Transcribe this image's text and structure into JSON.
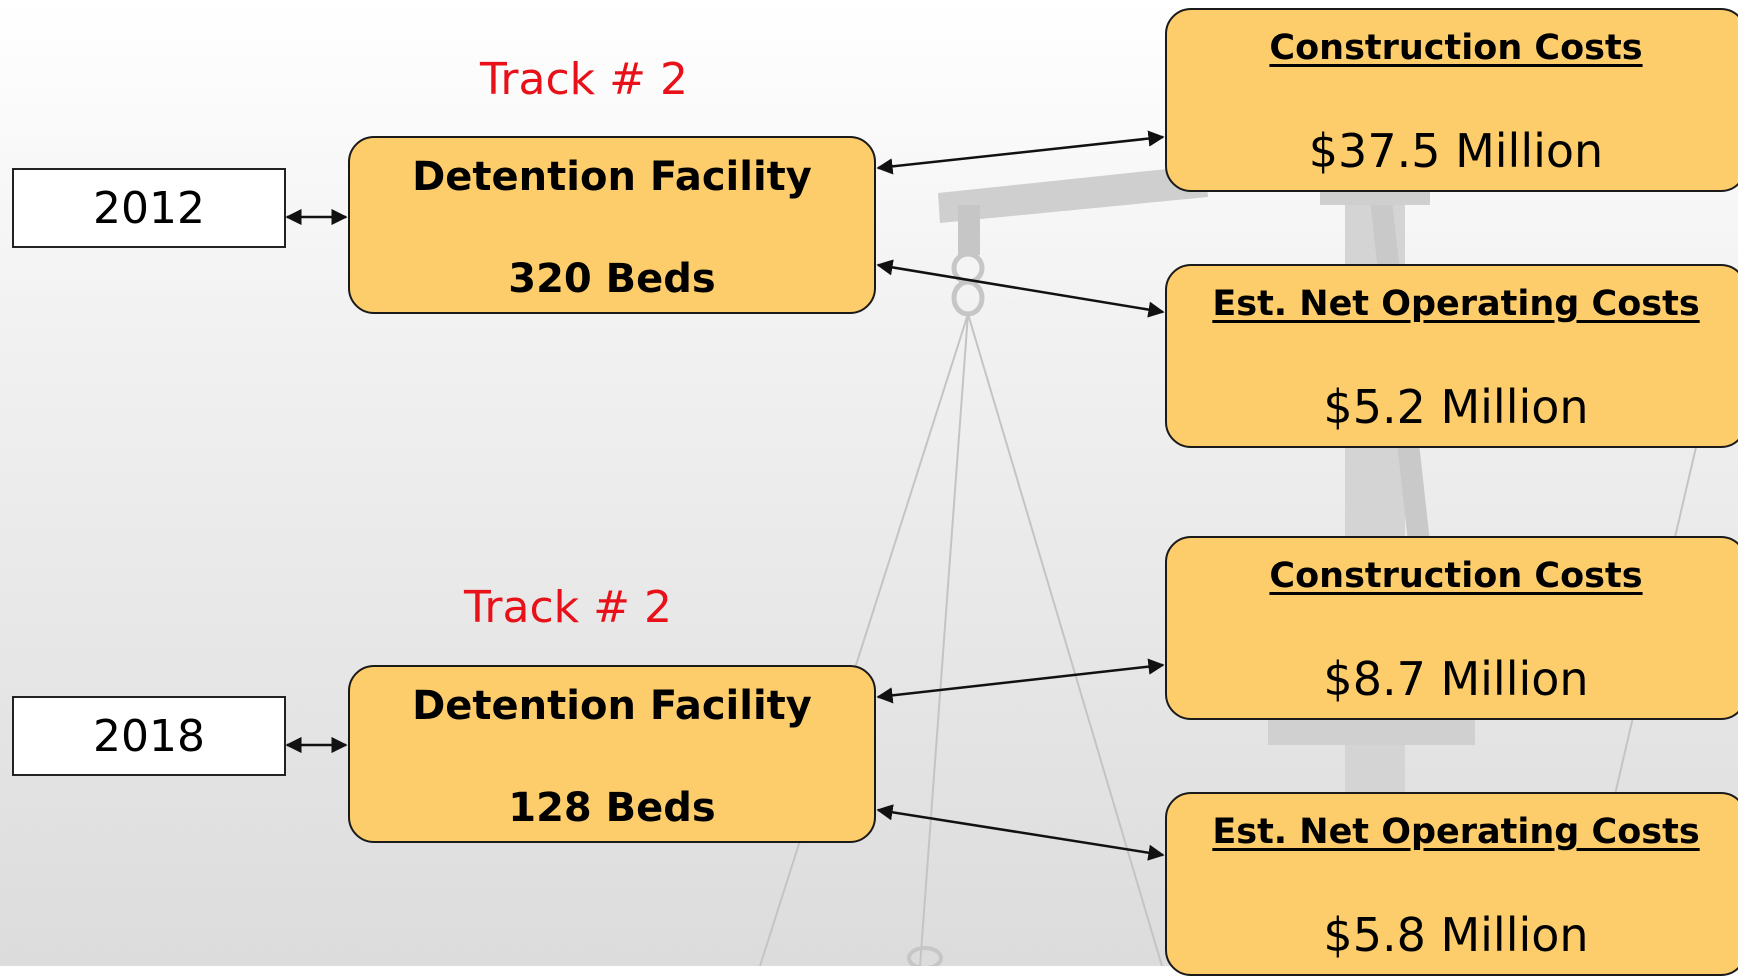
{
  "rows": [
    {
      "year": "2012",
      "track": "Track # 2",
      "facility": {
        "title": "Detention Facility",
        "beds": "320 Beds"
      },
      "costs": [
        {
          "label": "Construction Costs",
          "value": "$37.5 Million"
        },
        {
          "label": "Est. Net Operating Costs",
          "value": "$5.2 Million"
        }
      ]
    },
    {
      "year": "2018",
      "track": "Track # 2",
      "facility": {
        "title": "Detention Facility",
        "beds": "128 Beds"
      },
      "costs": [
        {
          "label": "Construction Costs",
          "value": "$8.7 Million"
        },
        {
          "label": "Est. Net Operating Costs",
          "value": "$5.8 Million"
        }
      ]
    }
  ],
  "colors": {
    "box_fill": "#fccd6a",
    "track_text": "#e8111a",
    "connector": "#111111"
  },
  "icons": {
    "background": "scale-of-justice-icon"
  }
}
